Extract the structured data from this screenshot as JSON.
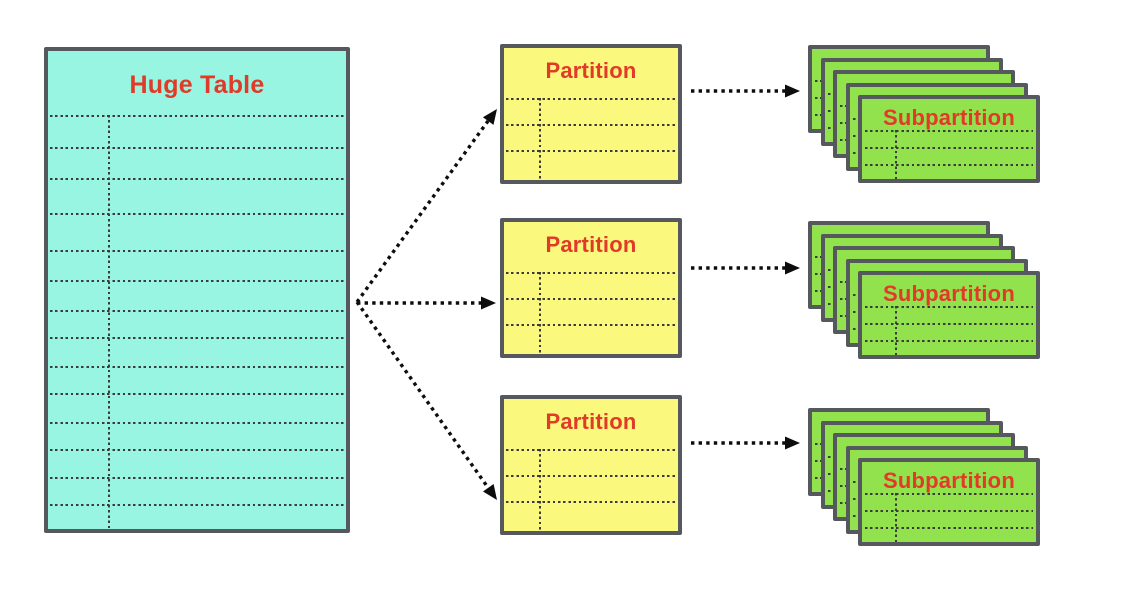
{
  "diagram": {
    "huge_table": {
      "label": "Huge Table",
      "row_divider_count": 14,
      "has_column_divider": true
    },
    "partitions": [
      {
        "label": "Partition"
      },
      {
        "label": "Partition"
      },
      {
        "label": "Partition"
      }
    ],
    "subpartition_stacks": [
      {
        "label": "Subpartition",
        "card_count": 5
      },
      {
        "label": "Subpartition",
        "card_count": 5
      },
      {
        "label": "Subpartition",
        "card_count": 5
      }
    ],
    "arrows": [
      {
        "from": "huge-table",
        "to": "partition-1",
        "style": "dotted"
      },
      {
        "from": "huge-table",
        "to": "partition-2",
        "style": "dotted"
      },
      {
        "from": "huge-table",
        "to": "partition-3",
        "style": "dotted"
      },
      {
        "from": "partition-1",
        "to": "subpartition-stack-1",
        "style": "dotted"
      },
      {
        "from": "partition-2",
        "to": "subpartition-stack-2",
        "style": "dotted"
      },
      {
        "from": "partition-3",
        "to": "subpartition-stack-3",
        "style": "dotted"
      }
    ],
    "colors": {
      "background": "#ffffff",
      "huge_table_fill": "#98f5e2",
      "partition_fill": "#faf97e",
      "subpartition_fill": "#92e24e",
      "box_border": "#55585c",
      "title_text": "#e23a28",
      "grid_line": "#3b3b3b",
      "arrow": "#0d0d0d"
    }
  }
}
